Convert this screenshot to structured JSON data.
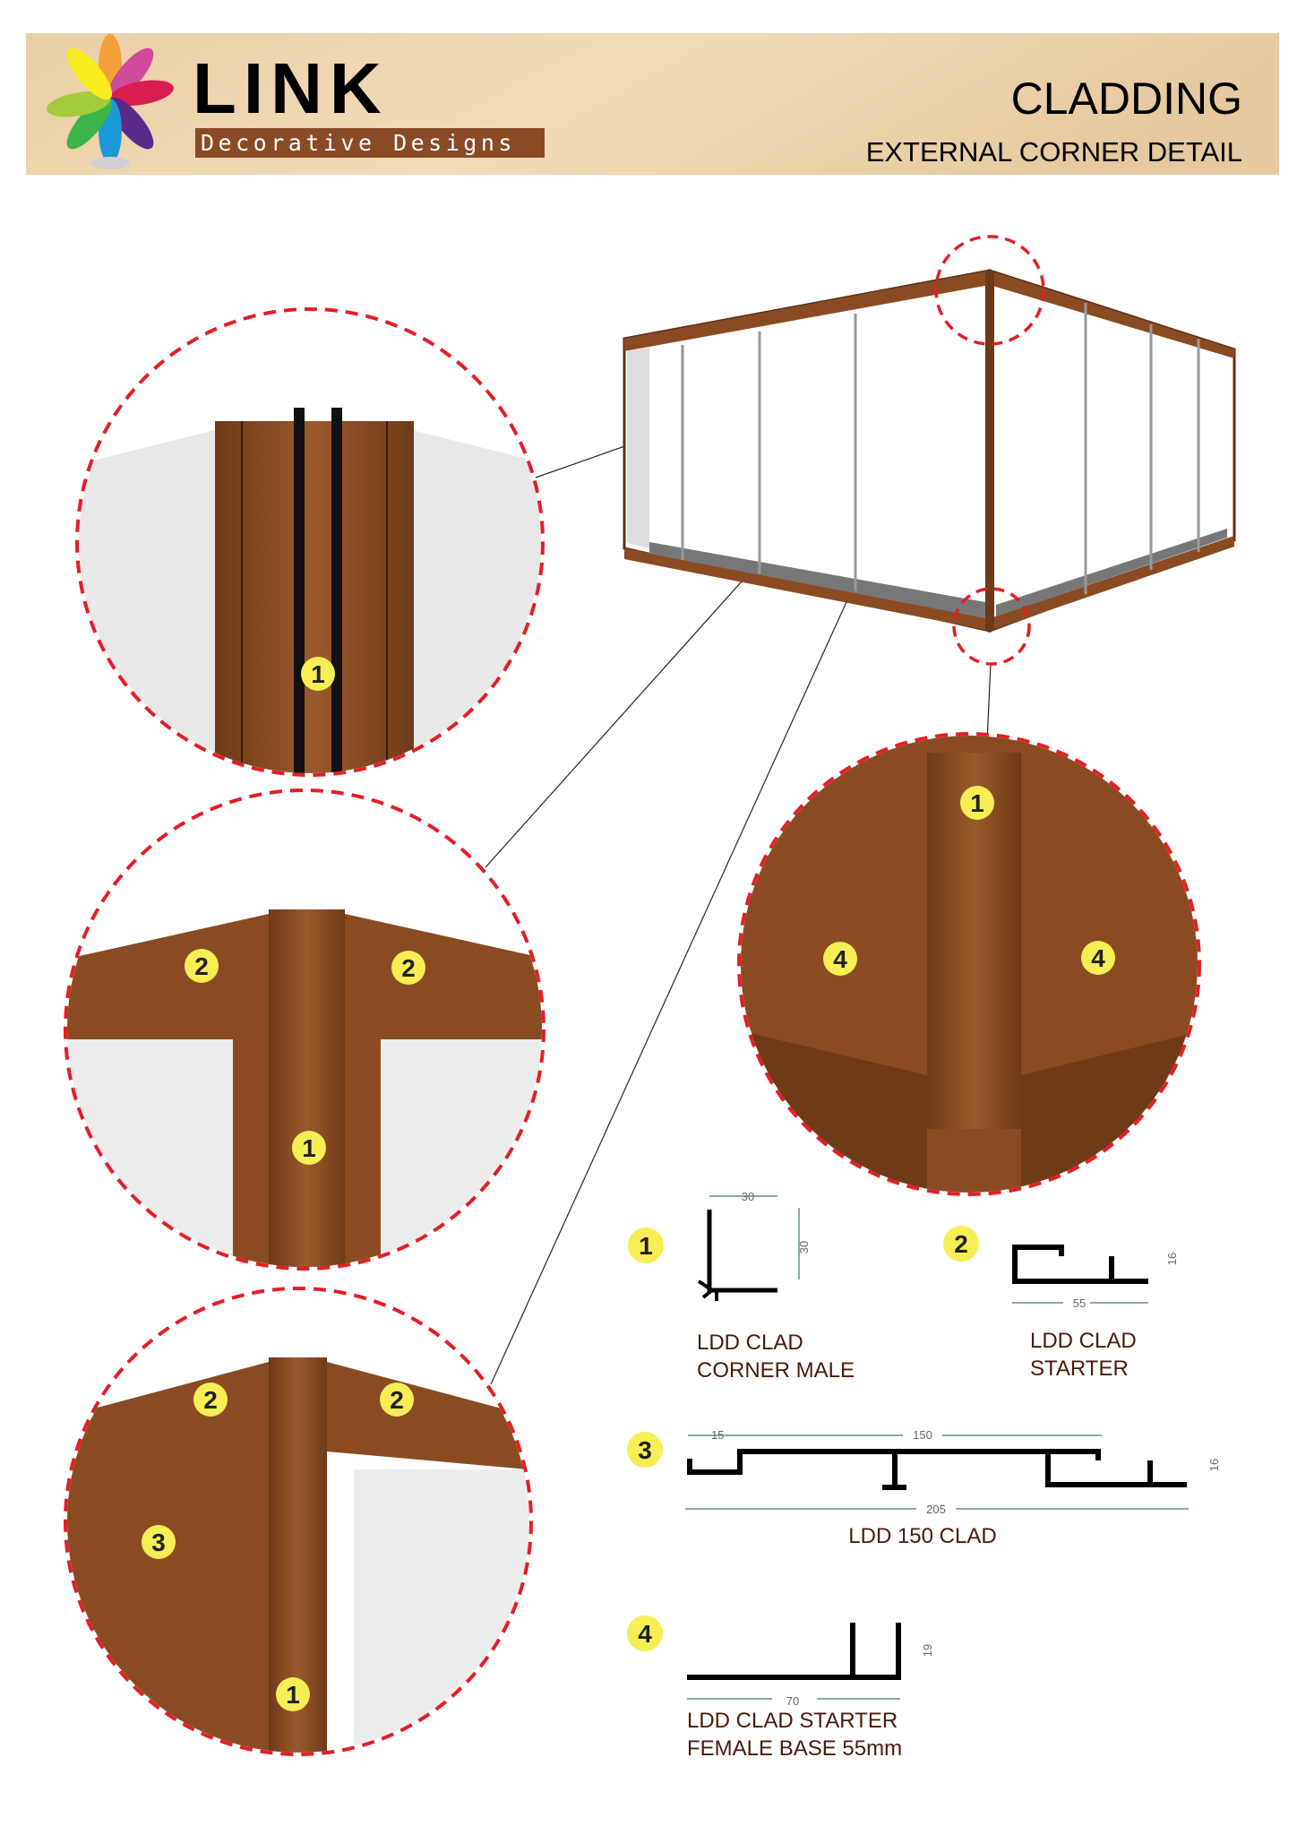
{
  "header": {
    "brand": "LINK",
    "tagline": "Decorative Designs",
    "title": "CLADDING",
    "subtitle": "EXTERNAL CORNER DETAIL"
  },
  "colors": {
    "callout": "#e41e26",
    "marker": "#f7ee55",
    "wood": "#8a4b22",
    "label": "#4a1a0c"
  },
  "callouts": {
    "top_detail": [
      "1"
    ],
    "middle_detail": [
      "2",
      "2",
      "1"
    ],
    "bottom_detail": [
      "2",
      "2",
      "3",
      "1"
    ],
    "right_detail": [
      "1",
      "4",
      "4"
    ]
  },
  "legend": [
    {
      "marker": "1",
      "name_line1": "LDD CLAD",
      "name_line2": "CORNER MALE",
      "dims": [
        "30",
        "30"
      ]
    },
    {
      "marker": "2",
      "name_line1": "LDD CLAD",
      "name_line2": "STARTER",
      "dims": [
        "55",
        "16"
      ]
    },
    {
      "marker": "3",
      "name_line1": "LDD 150 CLAD",
      "dims": [
        "15",
        "150",
        "205",
        "16"
      ]
    },
    {
      "marker": "4",
      "name_line1": "LDD CLAD STARTER",
      "name_line2": "FEMALE BASE 55mm",
      "dims": [
        "70",
        "19"
      ]
    }
  ]
}
